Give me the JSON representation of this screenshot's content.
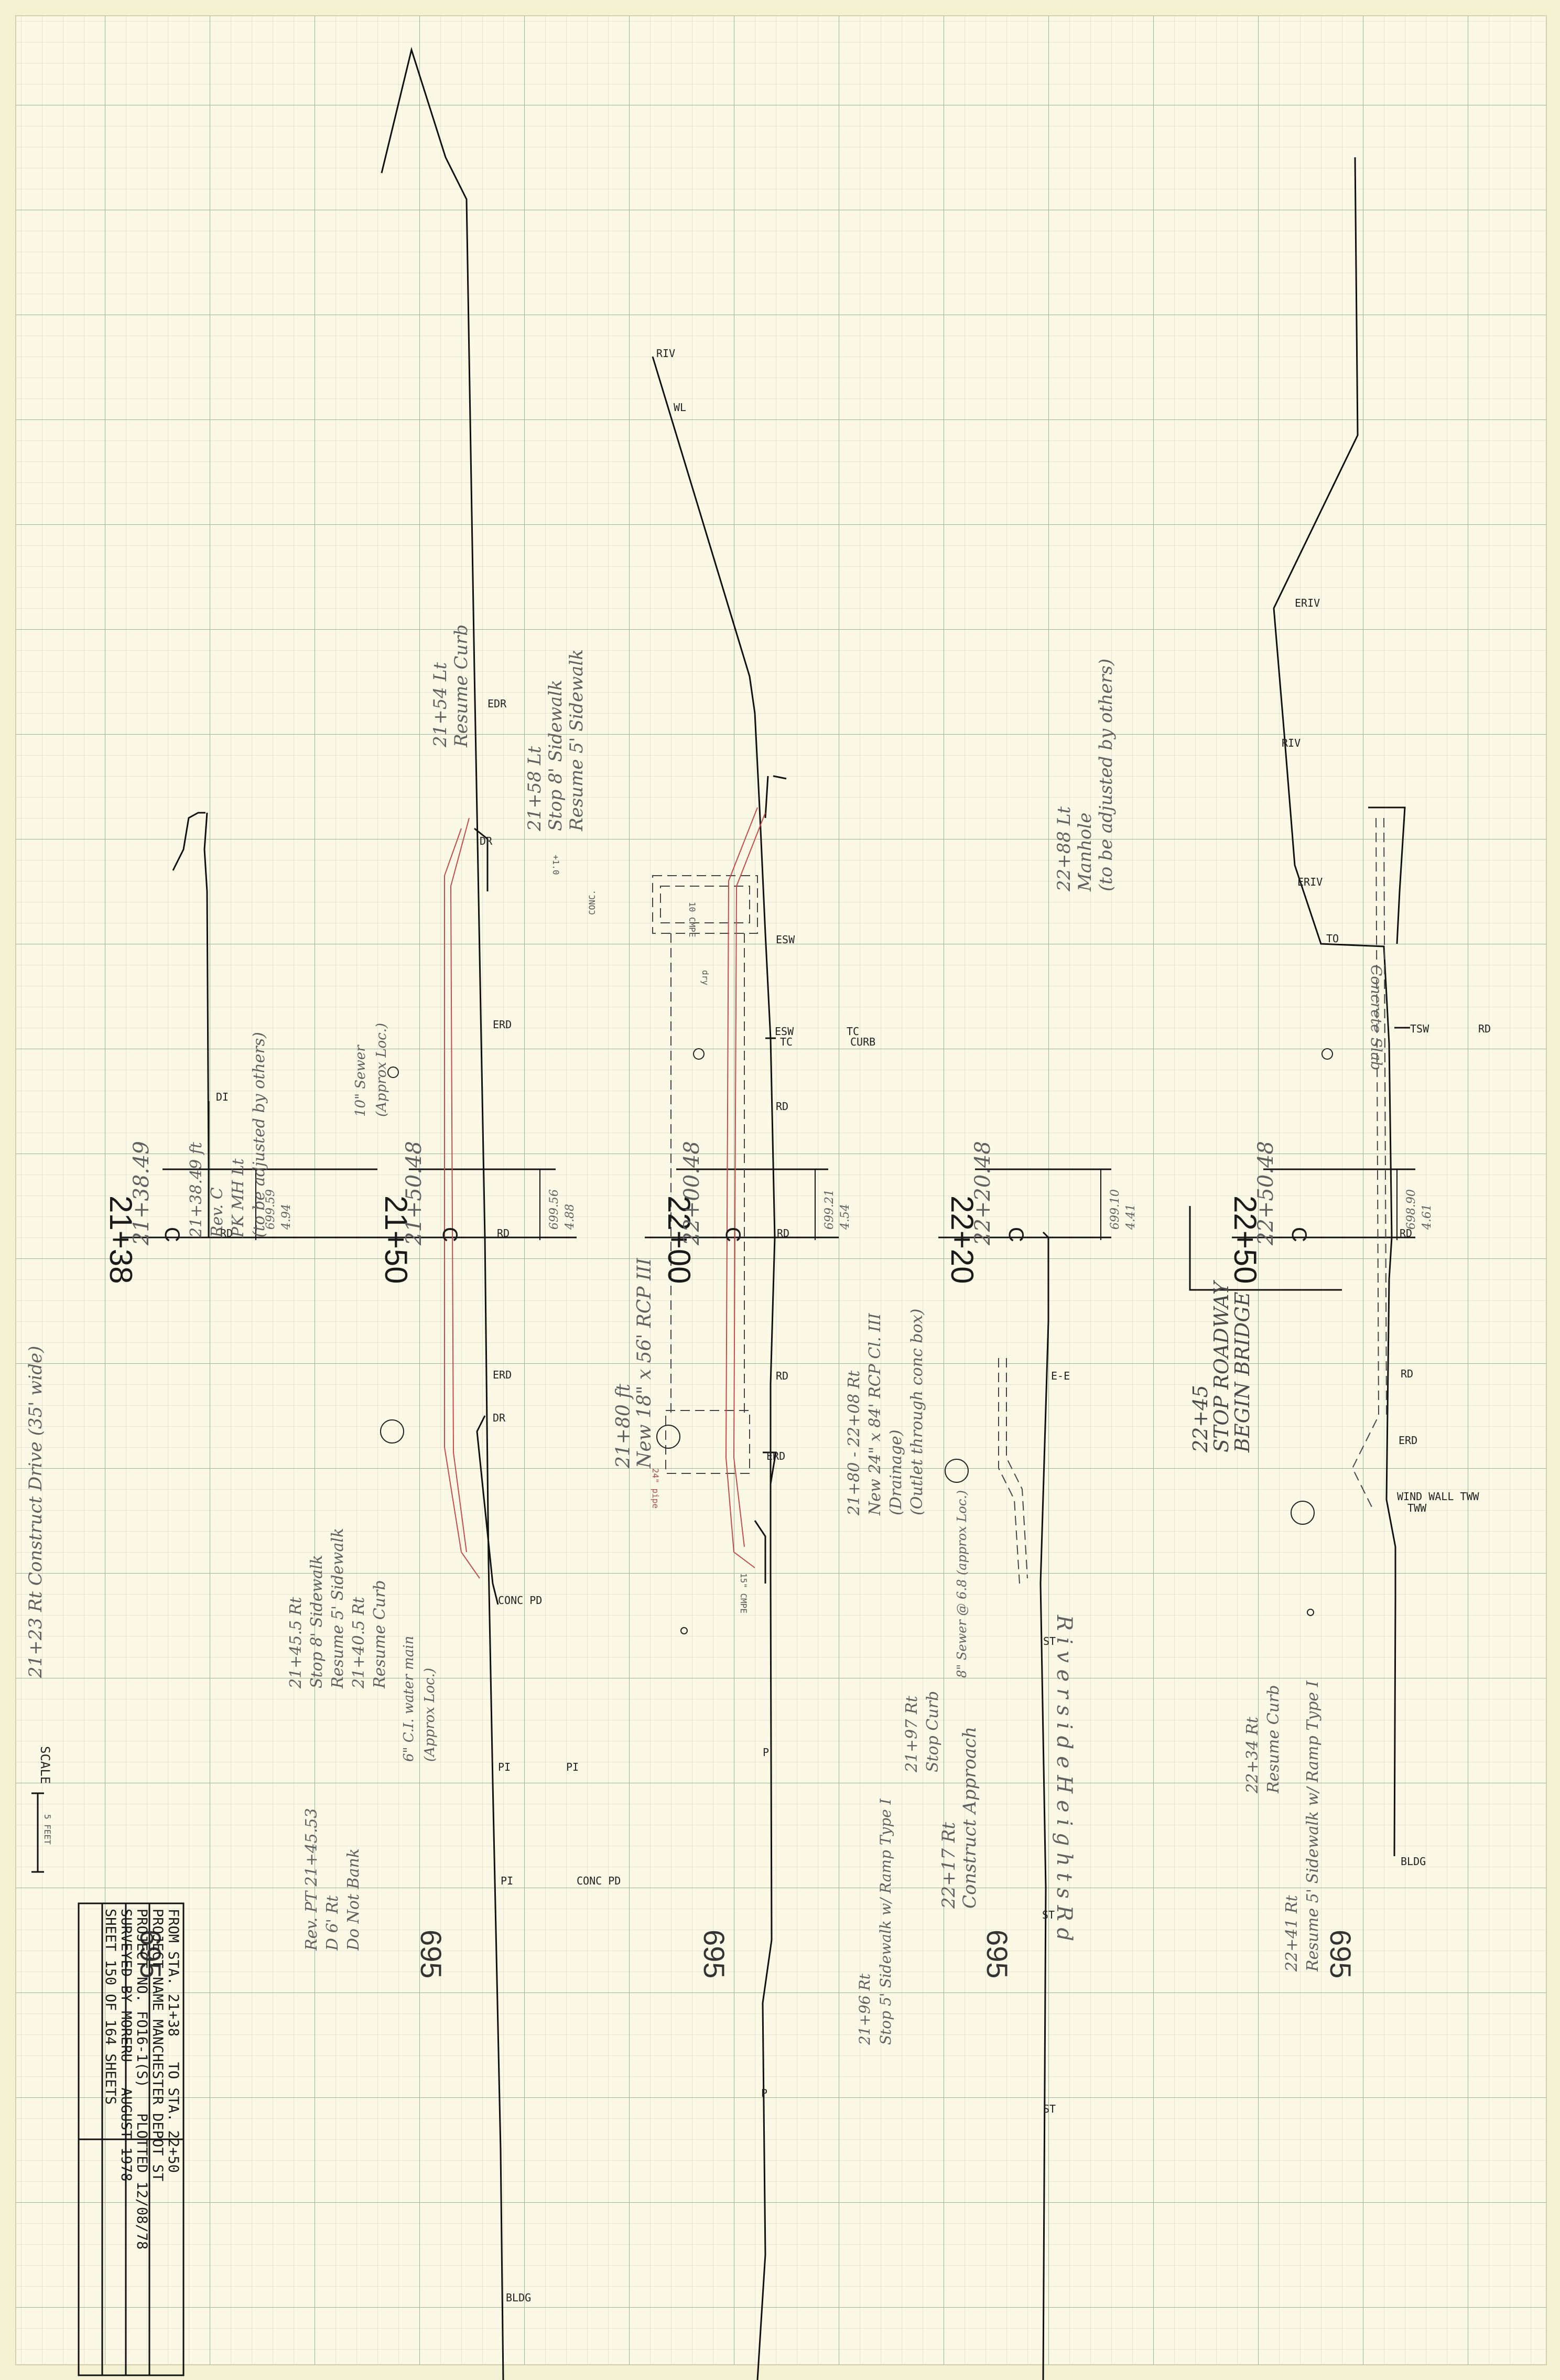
{
  "stations": {
    "s1": {
      "label": "21+38",
      "offset": "21+38.49",
      "centerline": "C",
      "elev": "699.59",
      "diff": "4.94"
    },
    "s2": {
      "label": "21+50",
      "offset": "21+50.48",
      "centerline": "C",
      "elev": "699.56",
      "diff": "4.88"
    },
    "s3": {
      "label": "22+00",
      "offset": "22+00.48",
      "centerline": "C",
      "elev": "699.21",
      "diff": "4.54"
    },
    "s4": {
      "label": "22+20",
      "offset": "22+20.48",
      "centerline": "C",
      "elev": "699.10",
      "diff": "4.41"
    },
    "s5": {
      "label": "22+50",
      "offset": "22+50.48",
      "centerline": "C",
      "elev": "698.90",
      "diff": "4.61"
    }
  },
  "elevation_label": "695",
  "point_codes": {
    "riv": "RIV",
    "wl": "WL",
    "edr": "EDR",
    "dr": "DR",
    "erd": "ERD",
    "rd": "RD",
    "di": "DI",
    "esw": "ESW",
    "tc": "TC",
    "curb": "CURB",
    "e_e": "E-E",
    "eriv": "ERIV",
    "to": "TO",
    "tsw": "TSW",
    "wind_wall": "WIND WALL TWW",
    "tww": "TWW",
    "conc_pd": "CONC PD",
    "pi": "PI",
    "p": "P",
    "st": "ST",
    "bldg": "BLDG"
  },
  "notes": {
    "n1": [
      "21+38.49 ft",
      "Rev. C",
      "PK MH Lt",
      "(to be adjusted by others)"
    ],
    "n2": "21+23 Rt  Construct Drive (35' wide)",
    "n3": [
      "21+54 Lt",
      "Resume Curb"
    ],
    "n4": [
      "21+58 Lt",
      "Stop 8' Sidewalk",
      "Resume 5' Sidewalk"
    ],
    "n5": [
      "10\" Sewer",
      "(Approx Loc.)"
    ],
    "n6": [
      "21+45.5 Rt",
      "Stop 8' Sidewalk",
      "Resume 5' Sidewalk",
      "21+40.5 Rt",
      "Resume Curb"
    ],
    "n7": [
      "6\" C.I. water main",
      "(Approx Loc.)"
    ],
    "n8": [
      "Rev. PT 21+45.53",
      "D 6' Rt",
      "Do Not Bank"
    ],
    "n9": [
      "21+80 ft",
      "New 18\" x 56' RCP III"
    ],
    "n10": [
      "22+88 Lt",
      "Manhole",
      "(to be adjusted by others)"
    ],
    "n11": [
      "21+80 - 22+08 Rt",
      "New 24\" x 84' RCP Cl. III",
      "(Drainage)",
      "(Outlet through conc box)"
    ],
    "n12": [
      "22+17 Rt",
      "Construct Approach"
    ],
    "n13": [
      "21+97 Rt",
      "Stop Curb"
    ],
    "n14": [
      "21+96 Rt",
      "Stop 5' Sidewalk w/ Ramp Type I"
    ],
    "n15": [
      "22+45",
      "STOP ROADWAY",
      "BEGIN BRIDGE"
    ],
    "n16": [
      "22+34 Rt",
      "Resume Curb"
    ],
    "n17": [
      "22+41 Rt",
      "Resume 5' Sidewalk w/ Ramp Type I"
    ],
    "n18": "Concrete Slab",
    "n19": "8\" Sewer @ 6.8 (approx Loc.)",
    "n20": "R i v e r s i d e   H e i g h t s   R d",
    "small": [
      "10 CMPE",
      "dry",
      "15\" CMPE",
      "CONC.",
      "24\" pipe",
      "+1.0"
    ]
  },
  "title_block": {
    "from": "FROM STA. 21+38",
    "to": "TO STA. 22+50",
    "project_name": "PROJECT NAME  MANCHESTER  DEPOT ST",
    "project_no": "PROJECT NO.  FO16-1(S)",
    "plotted": "PLOTTED 12/08/78",
    "surveyed": "SURVEYED BY  MORERU",
    "date": "AUGUST 1978",
    "sheet": "SHEET 150 OF 164 SHEETS"
  },
  "scale": {
    "label": "SCALE",
    "unit": "5 FEET"
  }
}
